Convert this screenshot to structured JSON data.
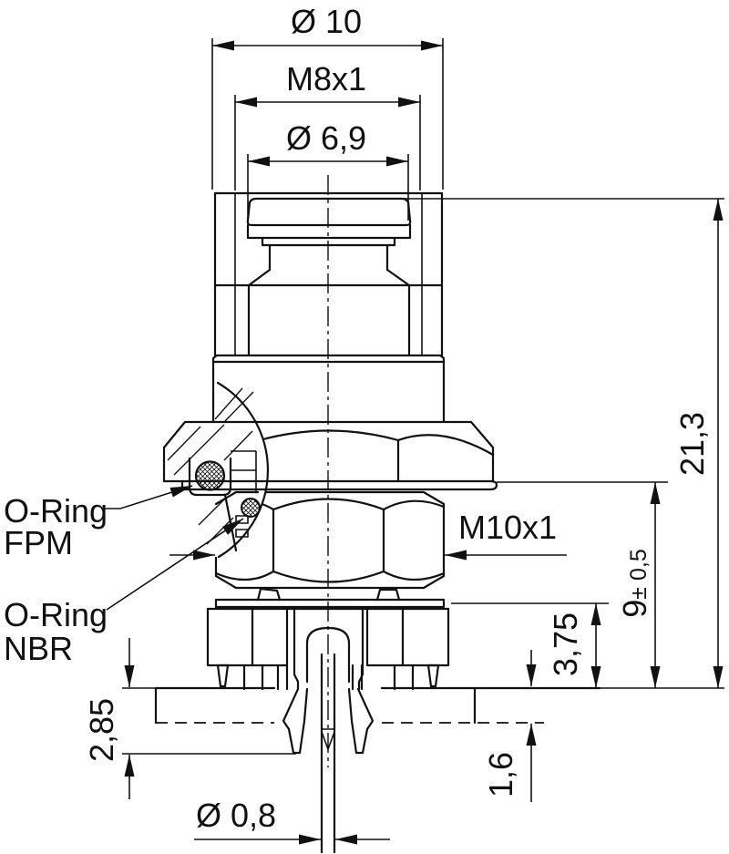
{
  "drawing": {
    "dimensions": {
      "outer_dia": {
        "label": "Ø 10"
      },
      "thread_top": {
        "label": "M8x1"
      },
      "cap_dia": {
        "label": "Ø 6,9"
      },
      "thread_nut": {
        "label": "M10x1"
      },
      "total_height": {
        "label": "21,3"
      },
      "nut_height": {
        "label": "9"
      },
      "nut_height_tol": {
        "label": "± 0,5"
      },
      "washer_height": {
        "label": "3,75"
      },
      "clip_depth": {
        "label": "2,85"
      },
      "panel_thickness": {
        "label": "1,6"
      },
      "pin_dia": {
        "label": "Ø 0,8"
      }
    },
    "callouts": {
      "oring_fpm": {
        "line1": "O-Ring",
        "line2": "FPM"
      },
      "oring_nbr": {
        "line1": "O-Ring",
        "line2": "NBR"
      }
    },
    "colors": {
      "line": "#111111",
      "background": "#ffffff"
    }
  }
}
